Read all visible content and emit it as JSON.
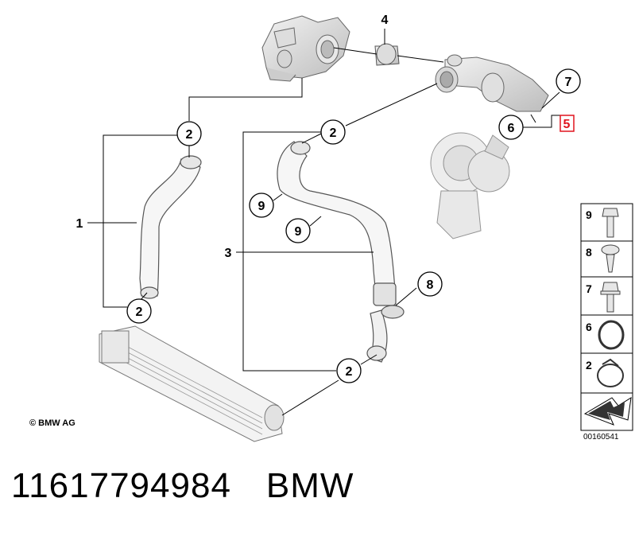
{
  "diagram": {
    "callouts": {
      "c2_left_top": "2",
      "c2_left_bottom": "2",
      "c2_mid_top": "2",
      "c2_mid_bottom": "2",
      "c4": "4",
      "c6": "6",
      "c7": "7",
      "c8": "8",
      "c9_upper": "9",
      "c9_lower": "9",
      "label_1": "1",
      "label_3": "3",
      "label_5": "5"
    },
    "legend": [
      {
        "number": "9",
        "icon": "bolt-icon"
      },
      {
        "number": "8",
        "icon": "screw-icon"
      },
      {
        "number": "7",
        "icon": "flange-bolt-icon"
      },
      {
        "number": "6",
        "icon": "o-ring-icon"
      },
      {
        "number": "2",
        "icon": "hose-clamp-icon"
      }
    ],
    "copyright": "© BMW AG",
    "diagram_id": "00160541",
    "highlight_color": "#e0141e"
  },
  "caption": {
    "part_number": "11617794984",
    "brand": "BMW"
  }
}
